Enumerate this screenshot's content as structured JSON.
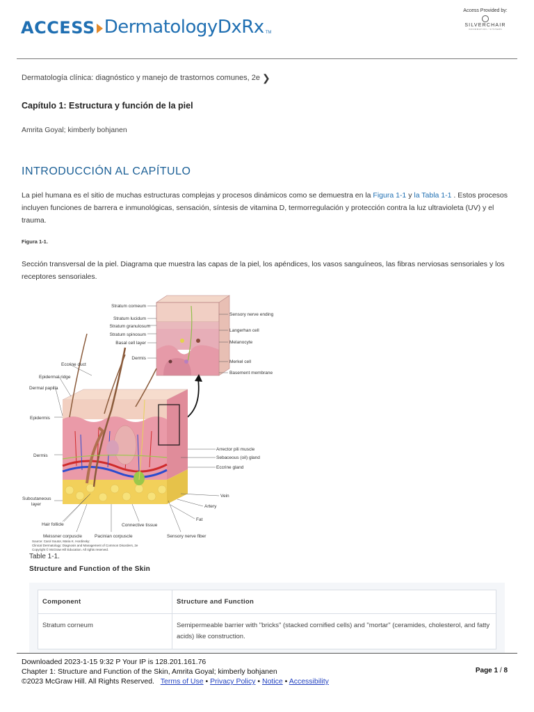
{
  "header": {
    "logo_access": "ACCESS",
    "logo_product": "DermatologyDxRx",
    "logo_tm": "TM",
    "provider_label": "Access Provided by:",
    "provider_name": "SILVERCHAIR",
    "provider_sub": "INFORMATION / SYSTEMS"
  },
  "breadcrumb": {
    "book_title": "Dermatología clínica: diagnóstico y manejo de trastornos comunes, 2e"
  },
  "chapter": {
    "title": "Capítulo 1:  Estructura y función de la piel",
    "authors": "Amrita Goyal; kimberly bohjanen"
  },
  "section": {
    "title": "INTRODUCCIÓN AL CAPÍTULO",
    "para_before_fig": "La piel humana es el sitio de muchas estructuras complejas y procesos dinámicos como se demuestra en la ",
    "fig_link": "Figura 1-1",
    "para_middle": " y ",
    "table_link": "la Tabla 1-1",
    "para_after": " . Estos procesos incluyen funciones de barrera e inmunológicas, sensación, síntesis de vitamina D, termorregulación y protección contra la luz ultravioleta (UV) y el trauma."
  },
  "figure": {
    "label": "Figura 1-1.",
    "caption": "Sección transversal de la piel. Diagrama que muestra las capas de la piel, los apéndices, los vasos sanguíneos, las fibras nerviosas sensoriales y los receptores sensoriales.",
    "labels": {
      "stratum_corneum": "Stratum corneum",
      "stratum_lucidum": "Stratum lucidum",
      "stratum_granulosum": "Stratum granulosum",
      "stratum_spinosum": "Stratum spinosum",
      "basal_cell_layer": "Basal cell layer",
      "dermis_inset": "Dermis",
      "sensory_nerve_ending": "Sensory nerve ending",
      "langerhan_cell": "Langerhan cell",
      "melanocyte": "Melanocyte",
      "merkel_cell": "Merkel cell",
      "basement_membrane": "Basement membrane",
      "eccrine_duct": "Eccrine duct",
      "epidermal_ridge": "Epidermal ridge",
      "dermal_papilla": "Dermal papilla",
      "epidermis": "Epidermis",
      "dermis": "Dermis",
      "subcutaneous_1": "Subcutaneous",
      "subcutaneous_2": "layer",
      "arrector_pili": "Arrector pili muscle",
      "sebaceous_gland": "Sebaceous (oil) gland",
      "eccrine_gland": "Eccrine gland",
      "vein": "Vein",
      "artery": "Artery",
      "fat": "Fat",
      "hair_follicle": "Hair follicle",
      "connective_tissue": "Connective tissue",
      "meissner": "Meissner corpuscle",
      "pacinian": "Pacinian corpuscle",
      "sensory_nerve_fiber": "Sensory nerve fiber"
    },
    "source_1": "Source: Carol Soutor, Maria K. Hordinsky:",
    "source_2": "Clinical Dermatology: Diagnosis and Management of Common Disorders, 2e",
    "source_3": "Copyright © McGraw Hill Education. All rights reserved."
  },
  "table": {
    "label": "Table 1-1.",
    "title": "Structure and Function of the Skin",
    "headers": [
      "Component",
      "Structure and Function"
    ],
    "rows": [
      [
        "Stratum corneum",
        "Semipermeable barrier with \"bricks\" (stacked cornified cells) and \"mortar\" (ceramides, cholesterol, and fatty acids) like construction."
      ]
    ]
  },
  "footer": {
    "downloaded": "Downloaded 2023-1-15 9:32 P  Your IP is 128.201.161.76",
    "chapter_line": "Chapter 1: Structure and Function of the Skin, Amrita Goyal; kimberly bohjanen",
    "copyright": "©2023 McGraw Hill. All Rights Reserved.",
    "terms": "Terms of Use",
    "privacy": "Privacy Policy",
    "notice": "Notice",
    "accessibility": "Accessibility",
    "page_label": "Page",
    "page_current": "1",
    "page_total": "8"
  }
}
